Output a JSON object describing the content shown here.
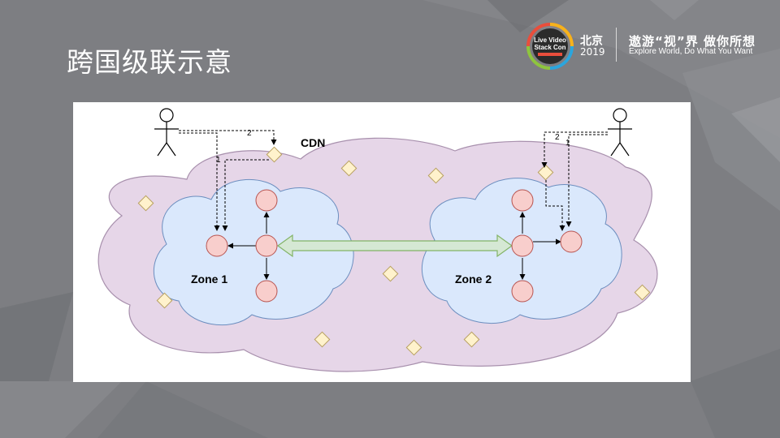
{
  "slide": {
    "title": "跨国级联示意"
  },
  "header": {
    "logo_text": "LiveVideoStackCon",
    "city": "北京",
    "year": "2019",
    "slogan_cn": "遨游“视”界  做你所想",
    "slogan_en": "Explore World, Do What You Want"
  },
  "diagram": {
    "cdn_label": "CDN",
    "zone1_label": "Zone 1",
    "zone2_label": "Zone 2",
    "step_labels": [
      "1",
      "2",
      "2",
      "1"
    ],
    "colors": {
      "cdn_fill": "#e6d6e8",
      "zone_fill": "#dae8fc",
      "node_fill": "#f8cecc",
      "edge_node_fill": "#fff2cc",
      "bridge_fill": "#d5e8d4",
      "bridge_stroke": "#82b366"
    }
  }
}
